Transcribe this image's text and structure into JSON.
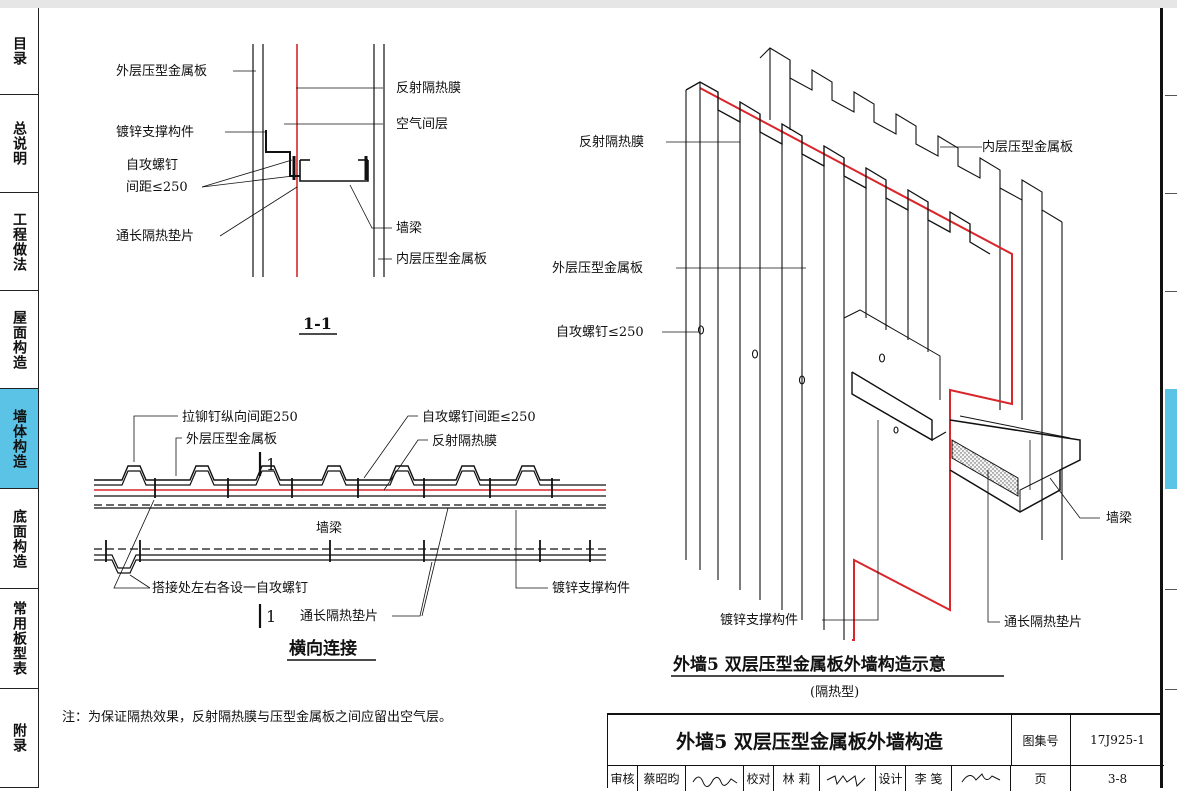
{
  "sidebar": [
    {
      "label": "目录",
      "active": false
    },
    {
      "label": "总说明",
      "active": false
    },
    {
      "label": "工程做法",
      "active": false
    },
    {
      "label": "屋面构造",
      "active": false
    },
    {
      "label": "墙体构造",
      "active": true
    },
    {
      "label": "底面构造",
      "active": false
    },
    {
      "label": "常用板型表",
      "active": false
    },
    {
      "label": "附录",
      "active": false
    }
  ],
  "colors": {
    "accent_tab": "#5bc3e6",
    "membrane_red": "#d9262b",
    "line": "#111111"
  },
  "section_detail": {
    "labels": {
      "outer_panel": "外层压型金属板",
      "reflective_film": "反射隔热膜",
      "bracket": "镀锌支撑构件",
      "air_layer": "空气间层",
      "screw_line1": "自攻螺钉",
      "screw_line2": "间距≤250",
      "insulation_pad": "通长隔热垫片",
      "wall_beam": "墙梁",
      "inner_panel": "内层压型金属板"
    },
    "caption": "1-1"
  },
  "horizontal_detail": {
    "labels": {
      "rivet": "拉铆钉纵向间距250",
      "outer_panel": "外层压型金属板",
      "screw": "自攻螺钉间距≤250",
      "reflective_film": "反射隔热膜",
      "wall_beam": "墙梁",
      "overlap_screw": "搭接处左右各设一自攻螺钉",
      "bracket": "镀锌支撑构件",
      "insulation_pad": "通长隔热垫片",
      "section_mark": "1"
    },
    "caption": "横向连接"
  },
  "iso_detail": {
    "labels": {
      "reflective_film": "反射隔热膜",
      "inner_panel": "内层压型金属板",
      "outer_panel": "外层压型金属板",
      "screw": "自攻螺钉≤250",
      "wall_beam": "墙梁",
      "bracket": "镀锌支撑构件",
      "insulation_pad": "通长隔热垫片"
    },
    "caption": "外墙5  双层压型金属板外墙构造示意",
    "subcaption": "(隔热型)"
  },
  "note": "注：为保证隔热效果，反射隔热膜与压型金属板之间应留出空气层。",
  "title_block": {
    "title": "外墙5  双层压型金属板外墙构造",
    "atlas_label": "图集号",
    "atlas_no": "17J925-1",
    "review_label": "审核",
    "reviewer": "蔡昭昀",
    "check_label": "校对",
    "checker": "林 莉",
    "design_label": "设计",
    "designer": "李 笺",
    "page_label": "页",
    "page_no": "3-8"
  }
}
